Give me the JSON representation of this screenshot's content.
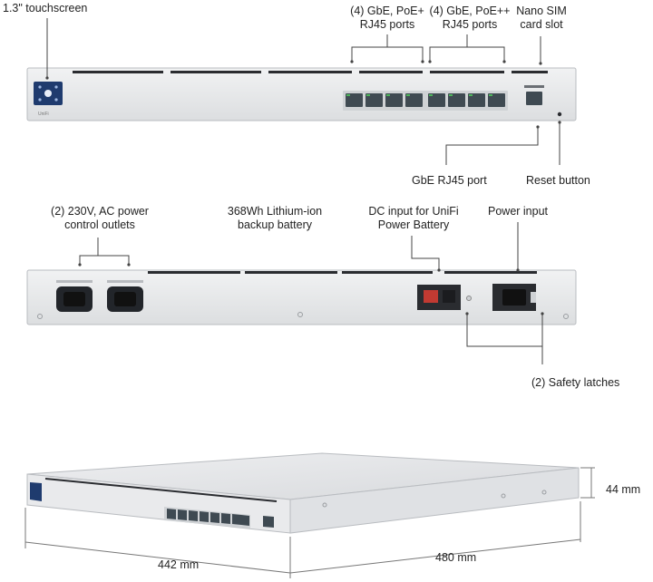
{
  "front_panel": {
    "touchscreen": "1.3\" touchscreen",
    "poe_plus_ports_line1": "(4) GbE, PoE+",
    "poe_plus_ports_line2": "RJ45 ports",
    "poe_plusplus_ports_line1": "(4) GbE, PoE++",
    "poe_plusplus_ports_line2": "RJ45 ports",
    "sim_slot_line1": "Nano SIM",
    "sim_slot_line2": "card slot",
    "gbe_port": "GbE RJ45 port",
    "reset_button": "Reset button"
  },
  "rear_panel": {
    "ac_outlets_line1": "(2) 230V, AC power",
    "ac_outlets_line2": "control outlets",
    "battery_line1": "368Wh Lithium-ion",
    "battery_line2": "backup battery",
    "dc_input_line1": "DC input for UniFi",
    "dc_input_line2": "Power Battery",
    "power_input": "Power input",
    "safety_latches": "(2) Safety latches"
  },
  "dimensions": {
    "height": "44 mm",
    "width": "442 mm",
    "depth": "480 mm"
  },
  "colors": {
    "chassis": "#e7e8ea",
    "chassis_edge": "#b9bcc0",
    "vent": "#2a2c30",
    "port": "#3f4a52",
    "port_accent": "#4cb35a",
    "screen": "#1f3b6e",
    "leader": "#444444"
  }
}
